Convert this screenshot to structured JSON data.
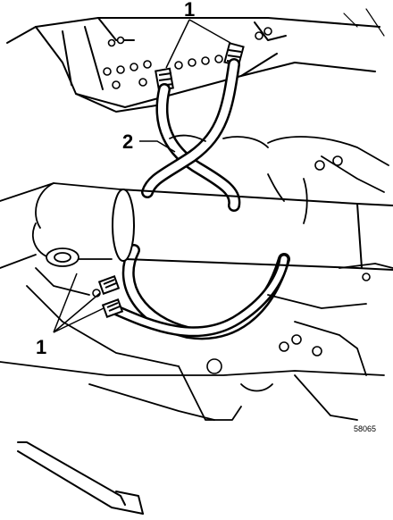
{
  "figure": {
    "callouts": {
      "upper_fittings": "1",
      "hoses": "2",
      "lower_fittings": "1"
    },
    "reference_code": "58065"
  }
}
